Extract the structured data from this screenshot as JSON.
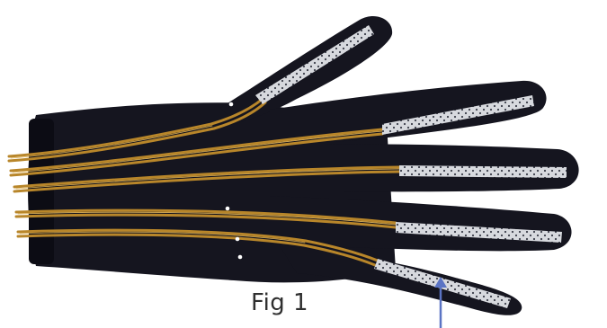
{
  "figure": {
    "caption": "Fig 1",
    "colors": {
      "glove": "#15151f",
      "glove_shadow": "#0c0c14",
      "wire": "#b8862a",
      "wire_highlight": "#e2b558",
      "sensor": "#d7d9de",
      "sensor_dot": "#3a3d48",
      "marker_dot": "#ffffff",
      "arrow": "#5b74c4",
      "caption": "#2f2f2f"
    },
    "parts": {
      "glove": "glove",
      "wires": [
        "thumb-wire",
        "index-wire",
        "middle-wire",
        "ring-wire",
        "pinky-wire"
      ],
      "sensors": [
        "thumb-sensor",
        "index-sensor",
        "middle-sensor",
        "ring-sensor",
        "pinky-sensor"
      ],
      "marker_dots": 4,
      "pointer": "arrow-up-icon"
    }
  }
}
